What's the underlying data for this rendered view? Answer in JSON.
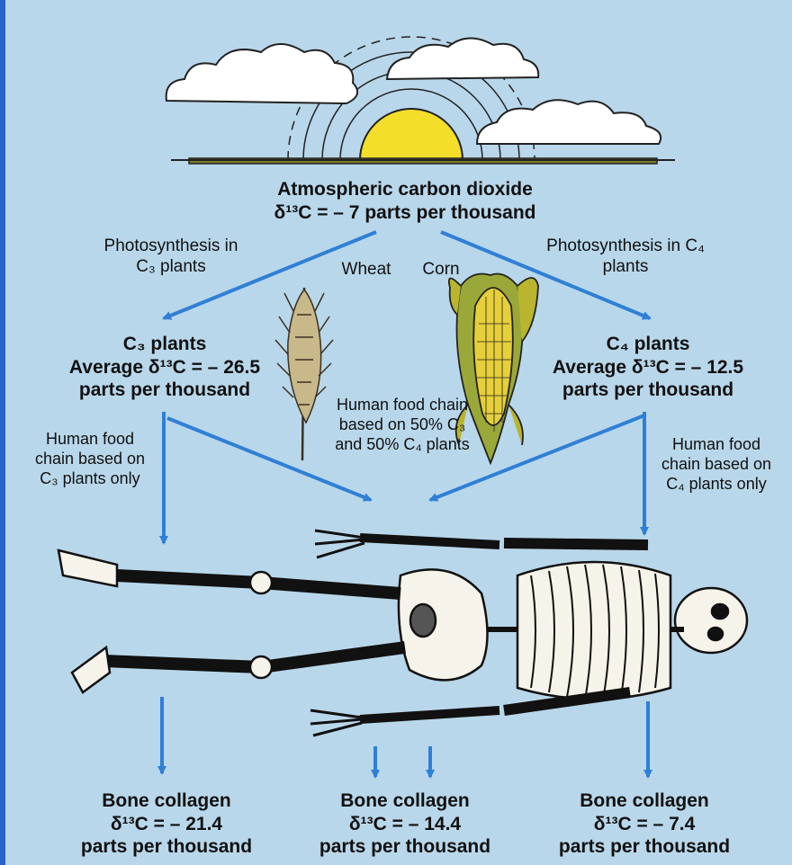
{
  "atmosphere": {
    "title": "Atmospheric carbon dioxide",
    "value": "δ¹³C = – 7 parts per thousand"
  },
  "pathways": {
    "c3": "Photosynthesis in C₃ plants",
    "c4": "Photosynthesis in C₄ plants"
  },
  "plants": {
    "wheat": "Wheat",
    "corn": "Corn",
    "c3": {
      "name": "C₃ plants",
      "avg": "Average δ¹³C = – 26.5",
      "unit": "parts per thousand"
    },
    "c4": {
      "name": "C₄ plants",
      "avg": "Average δ¹³C = – 12.5",
      "unit": "parts per thousand"
    }
  },
  "food_chains": {
    "c3": "Human food chain based on C₃ plants only",
    "mixed": "Human food chain based on 50% C₃ and 50% C₄ plants",
    "c4": "Human food chain based on C₄ plants only"
  },
  "collagen": {
    "c3": {
      "name": "Bone collagen",
      "value": "δ¹³C = – 21.4",
      "unit": "parts per thousand"
    },
    "mixed": {
      "name": "Bone collagen",
      "value": "δ¹³C = – 14.4",
      "unit": "parts per thousand"
    },
    "c4": {
      "name": "Bone collagen",
      "value": "δ¹³C = – 7.4",
      "unit": "parts per thousand"
    }
  },
  "colors": {
    "background": "#b9d7ea",
    "arrow": "#2f7fd6",
    "sun": "#f3df2a",
    "corn": "#b9b52e",
    "bone": "#f6f3ea"
  }
}
